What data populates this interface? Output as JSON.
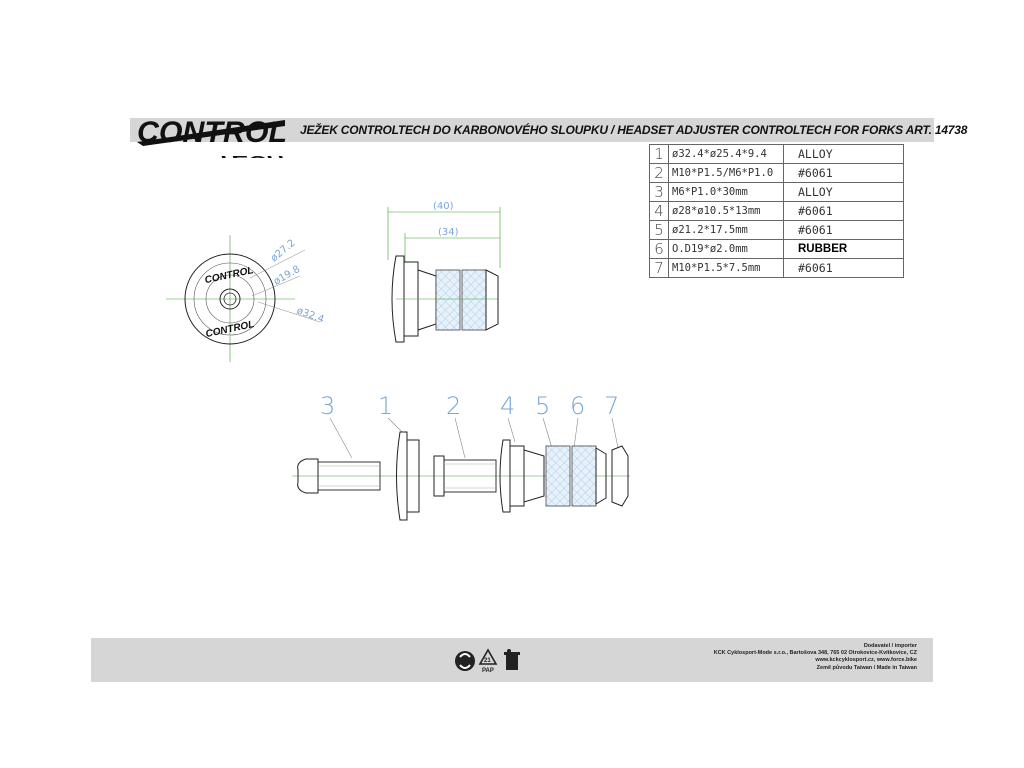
{
  "header": {
    "logo_text": "CONTROL TECH",
    "title": "JEŽEK CONTROLTECH DO KARBONOVÉHO SLOUPKU  / HEADSET ADJUSTER CONTROLTECH FOR FORKS     ART. 14738"
  },
  "parts": [
    {
      "no": "1",
      "spec": "ø32.4*ø25.4*9.4",
      "material": "ALLOY"
    },
    {
      "no": "2",
      "spec": "M10*P1.5/M6*P1.0",
      "material": "#6061"
    },
    {
      "no": "3",
      "spec": "M6*P1.0*30mm",
      "material": "ALLOY"
    },
    {
      "no": "4",
      "spec": "ø28*ø10.5*13mm",
      "material": "#6061"
    },
    {
      "no": "5",
      "spec": "ø21.2*17.5mm",
      "material": "#6061"
    },
    {
      "no": "6",
      "spec": "O.D19*ø2.0mm",
      "material": "RUBBER"
    },
    {
      "no": "7",
      "spec": "M10*P1.5*7.5mm",
      "material": "#6061"
    }
  ],
  "dimensions": {
    "front_d1": "ø27.2",
    "front_d2": "ø19.8",
    "front_d3": "ø32.4",
    "side_total": "(40)",
    "side_body": "(34)"
  },
  "exploded_labels": [
    "3",
    "1",
    "2",
    "4",
    "5",
    "6",
    "7"
  ],
  "footer": {
    "line1": "Dodavatel / importer",
    "line2": "KCK Cyklosport-Mode s.r.o., Bartošova 348, 765 02 Otrokovice-Kvítkovice, CZ",
    "line3": "www.kckcyklosport.cz, www.force.bike",
    "line4": "Země původu Taiwan / Made in Taiwan",
    "icons": [
      "recycle-icon",
      "pap-21-recycle-icon",
      "trash-bin-icon"
    ],
    "pap_label": "PAP",
    "pap_code": "21"
  }
}
